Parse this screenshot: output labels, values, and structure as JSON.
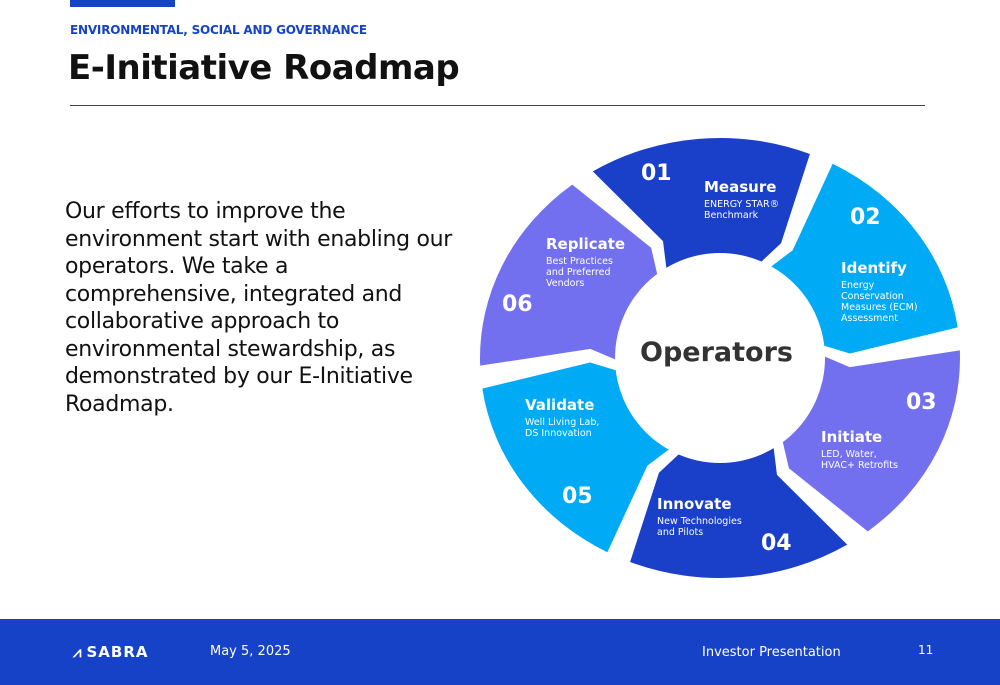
{
  "header": {
    "eyebrow": "ENVIRONMENTAL, SOCIAL AND GOVERNANCE",
    "title": "E-Initiative Roadmap"
  },
  "body_text": "Our efforts to improve the environment start with enabling our operators. We take a comprehensive, integrated and collaborative approach to environmental stewardship, as demonstrated by our E-Initiative Roadmap.",
  "diagram": {
    "center": "Operators",
    "colors": {
      "dark": "#1a3fc9",
      "cyan": "#00aaf5",
      "purple": "#7370f0"
    },
    "steps": [
      {
        "num": "01",
        "title": "Measure",
        "desc": "ENERGY STAR®\nBenchmark",
        "color": "#1a3fc9"
      },
      {
        "num": "02",
        "title": "Identify",
        "desc": "Energy\nConservation\nMeasures (ECM)\nAssessment",
        "color": "#00aaf5"
      },
      {
        "num": "03",
        "title": "Initiate",
        "desc": "LED, Water,\nHVAC+ Retrofits",
        "color": "#7370f0"
      },
      {
        "num": "04",
        "title": "Innovate",
        "desc": "New Technologies\nand Pilots",
        "color": "#1a3fc9"
      },
      {
        "num": "05",
        "title": "Validate",
        "desc": "Well Living Lab,\nDS Innovation",
        "color": "#00aaf5"
      },
      {
        "num": "06",
        "title": "Replicate",
        "desc": "Best Practices\nand Preferred\nVendors",
        "color": "#7370f0"
      }
    ]
  },
  "footer": {
    "logo": "SABRA",
    "date": "May 5, 2025",
    "label": "Investor Presentation",
    "page": "11"
  }
}
